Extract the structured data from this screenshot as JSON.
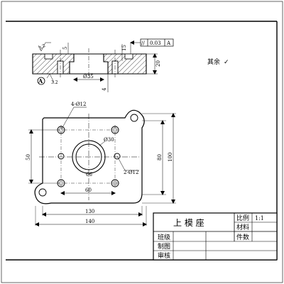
{
  "section_view": {
    "dim_5": "5",
    "dim_15": "15",
    "dim_20": "20",
    "dim_4": "4",
    "bore_dia": "Ø35",
    "rough_3_2_top": "3.2",
    "rough_3_2_bottom": "3.2",
    "datum_label": "A",
    "tolerance_symbol": "//",
    "tolerance_value": "0.03",
    "tolerance_datum": "A"
  },
  "remaining_note": {
    "text": "其余",
    "symbol": "✓"
  },
  "plan_view": {
    "holes_4": "4-Ø12",
    "center_bore": "Ø30",
    "dim_66": "66",
    "holes_2": "2-Ø12",
    "dim_50": "50",
    "dim_80": "80",
    "dim_100": "100",
    "dim_60": "60",
    "dim_130": "130",
    "dim_140": "140"
  },
  "title_block": {
    "part_name": "上 模 座",
    "scale_label": "比例",
    "scale_value": "1:1",
    "material_label": "材料",
    "quantity_label": "件数",
    "class_label": "班级",
    "drawn_label": "制图",
    "checked_label": "审核"
  }
}
